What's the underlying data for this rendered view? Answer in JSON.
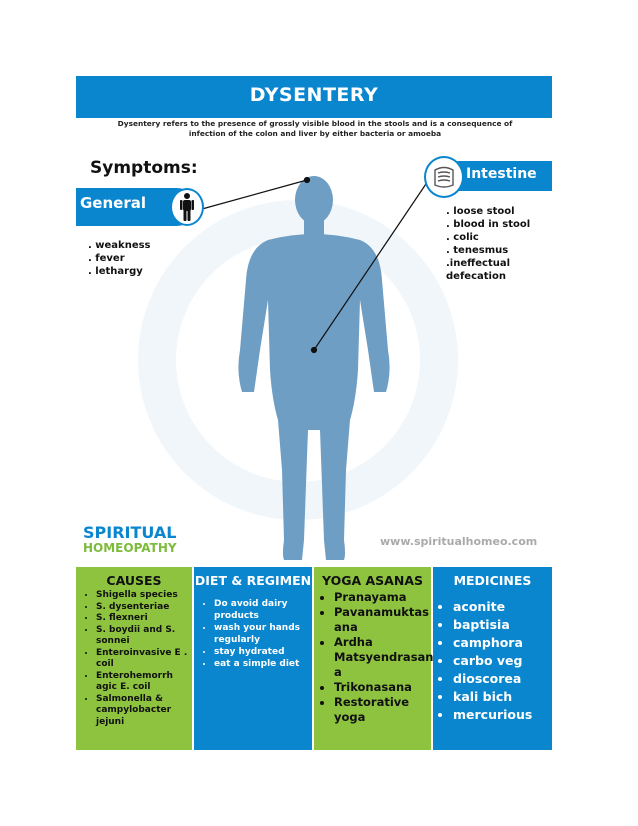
{
  "header": {
    "title": "DYSENTERY",
    "subtitle": "Dysentery refers to the presence of grossly visible blood in the stools and is a consequence of infection of the colon and liver by either bacteria or amoeba"
  },
  "symptoms": {
    "label": "Symptoms:",
    "general": {
      "label": "General",
      "icon": "human-figure-icon",
      "items": [
        ". weakness",
        ". fever",
        ". lethargy"
      ]
    },
    "intestine": {
      "label": "Intestine",
      "icon": "intestine-icon",
      "items": [
        ". loose stool",
        ". blood in stool",
        ". colic",
        ". tenesmus",
        ".ineffectual defecation"
      ]
    }
  },
  "brand": {
    "line1": "SPIRITUAL",
    "line2": "HOMEOPATHY",
    "website": "www.spiritualhomeo.com"
  },
  "columns": {
    "causes": {
      "title": "CAUSES",
      "items": [
        "Shigella species",
        "S. dysenteriae",
        "S. flexneri",
        "S. boydii and S. sonnei",
        "Enteroinvasive E . coil",
        "Enterohemorrh agic E. coil",
        "Salmonella & campylobacter jejuni"
      ]
    },
    "diet": {
      "title": "DIET & REGIMEN",
      "items": [
        "Do avoid dairy products",
        "wash your hands regularly",
        "stay hydrated",
        "eat a simple diet"
      ]
    },
    "yoga": {
      "title": "YOGA ASANAS",
      "items": [
        "Pranayama",
        "Pavanamuktas ana",
        "Ardha Matsyendrasan a",
        "Trikonasana",
        "Restorative yoga"
      ]
    },
    "medicines": {
      "title": "MEDICINES",
      "items": [
        "aconite",
        "baptisia",
        "camphora",
        "carbo veg",
        "dioscorea",
        "kali bich",
        "mercurious"
      ]
    }
  },
  "colors": {
    "blue": "#0a86cf",
    "green": "#8dc33f",
    "body": "#6f9ec4"
  }
}
